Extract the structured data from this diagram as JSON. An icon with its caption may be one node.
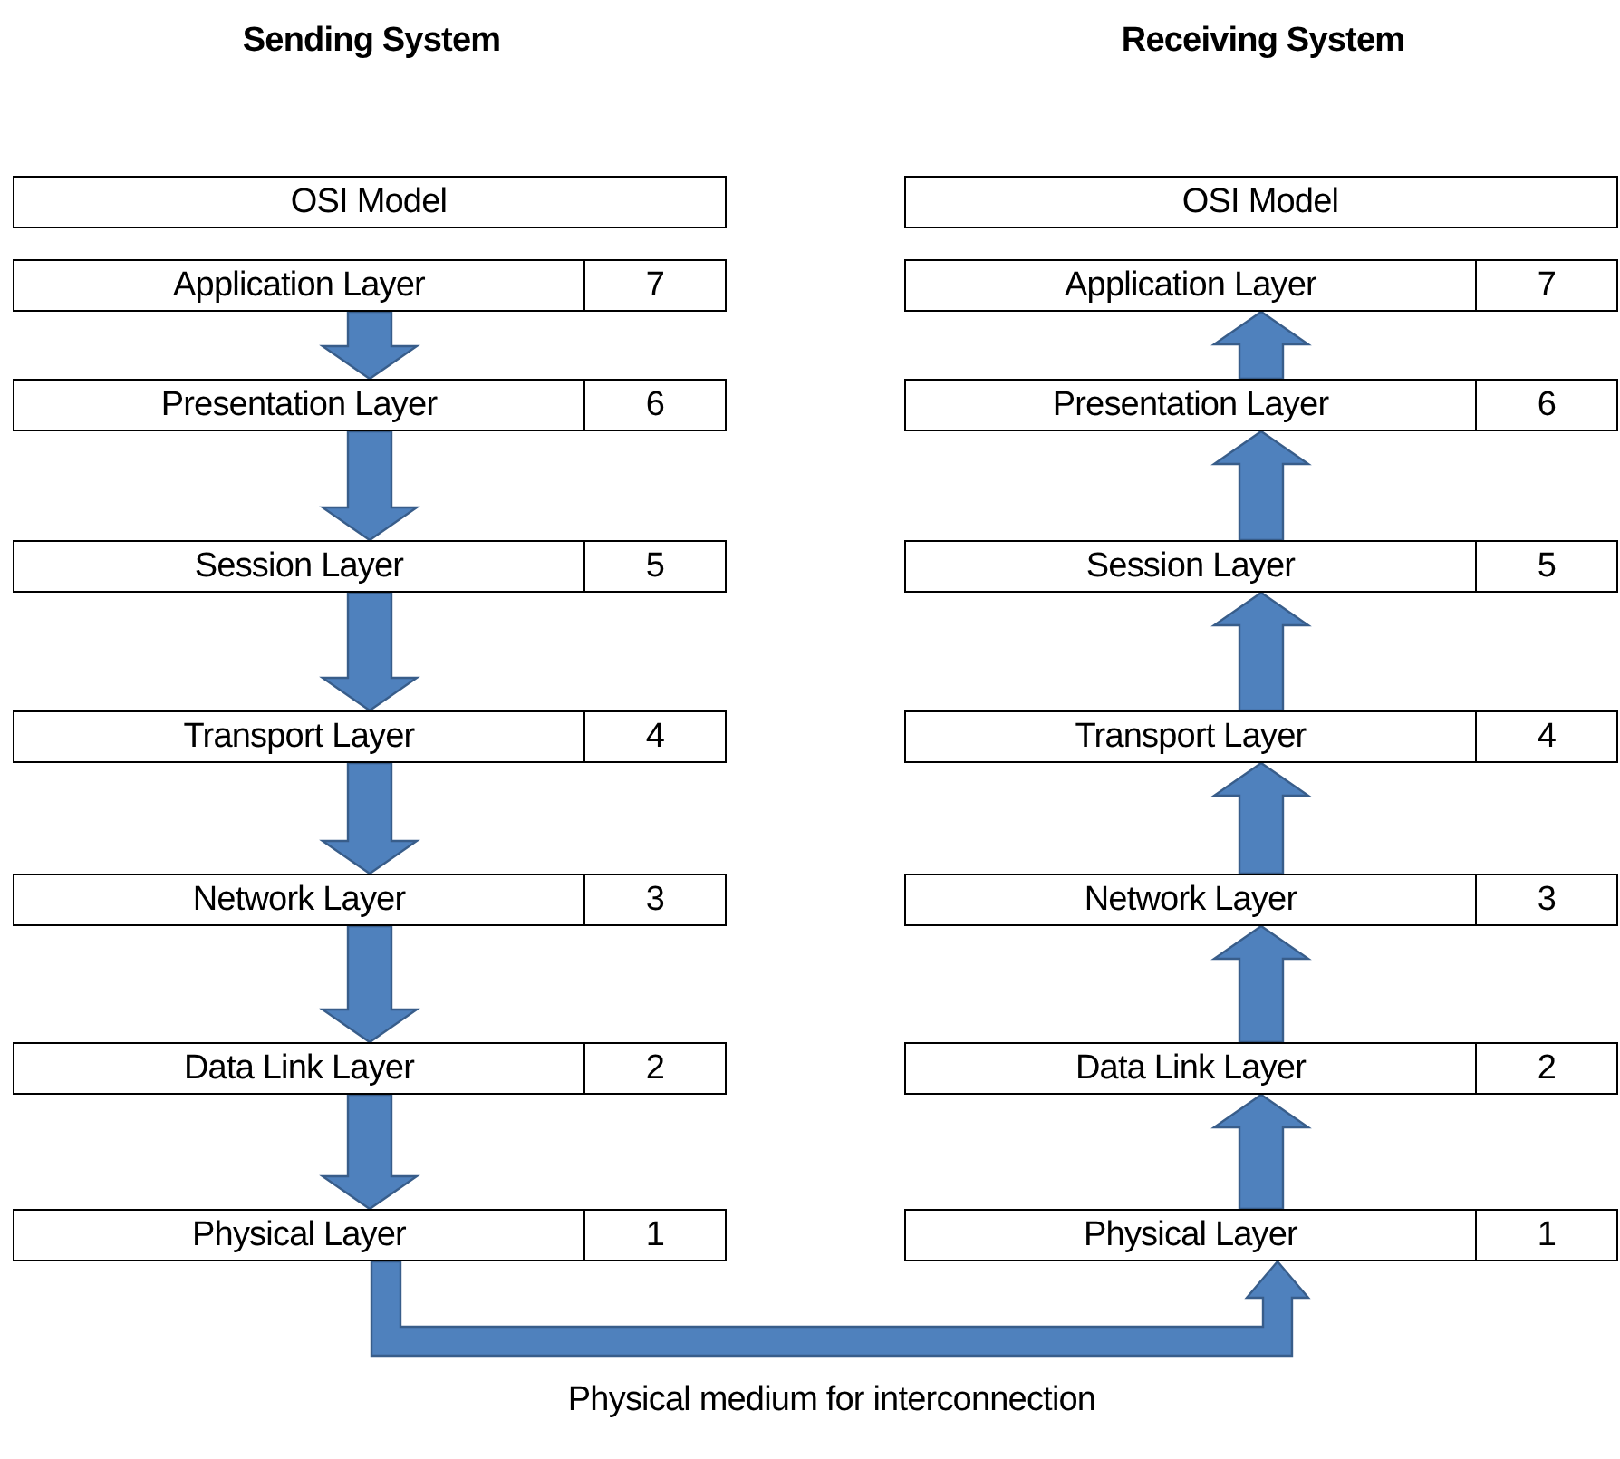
{
  "diagram": {
    "nodes": [
      {
        "text": [
          "OSI Model"
        ]
      },
      {
        "text": [
          "Application Layer",
          "7"
        ]
      },
      {
        "text": [
          "Presentation Layer",
          "6"
        ]
      },
      {
        "text": [
          "Session Layer",
          "5"
        ]
      },
      {
        "text": [
          "Transport Layer",
          "4"
        ]
      },
      {
        "text": [
          "Network Layer",
          "3"
        ]
      },
      {
        "text": [
          "Data Link Layer",
          "2"
        ]
      },
      {
        "text": [
          "Physical Layer",
          "1"
        ]
      },
      {
        "text": [
          "OSI Model"
        ]
      },
      {
        "text": [
          "Application Layer",
          "7"
        ]
      },
      {
        "text": [
          "Presentation Layer",
          "6"
        ]
      },
      {
        "text": [
          "Session Layer",
          "5"
        ]
      },
      {
        "text": [
          "Transport Layer",
          "4"
        ]
      },
      {
        "text": [
          "Network Layer",
          "3"
        ]
      },
      {
        "text": [
          "Data Link Layer",
          "2"
        ]
      },
      {
        "text": [
          "Physical Layer",
          "1"
        ]
      }
    ],
    "edges": [
      {
        "from": 1,
        "to": 2,
        "arrow": "to"
      },
      {
        "from": 2,
        "to": 3,
        "arrow": "to"
      },
      {
        "from": 3,
        "to": 4,
        "arrow": "to"
      },
      {
        "from": 4,
        "to": 5,
        "arrow": "to"
      },
      {
        "from": 5,
        "to": 6,
        "arrow": "to"
      },
      {
        "from": 6,
        "to": 7,
        "arrow": "to"
      },
      {
        "from": 15,
        "to": 14,
        "arrow": "to"
      },
      {
        "from": 14,
        "to": 13,
        "arrow": "to"
      },
      {
        "from": 13,
        "to": 12,
        "arrow": "to"
      },
      {
        "from": 12,
        "to": 11,
        "arrow": "to"
      },
      {
        "from": 11,
        "to": 10,
        "arrow": "to"
      },
      {
        "from": 10,
        "to": 9,
        "arrow": "to"
      },
      {
        "from": 7,
        "to": 15,
        "arrow": "to",
        "label": "Physical medium for interconnection"
      }
    ],
    "labels": [
      "Sending System",
      "Receiving System"
    ]
  }
}
